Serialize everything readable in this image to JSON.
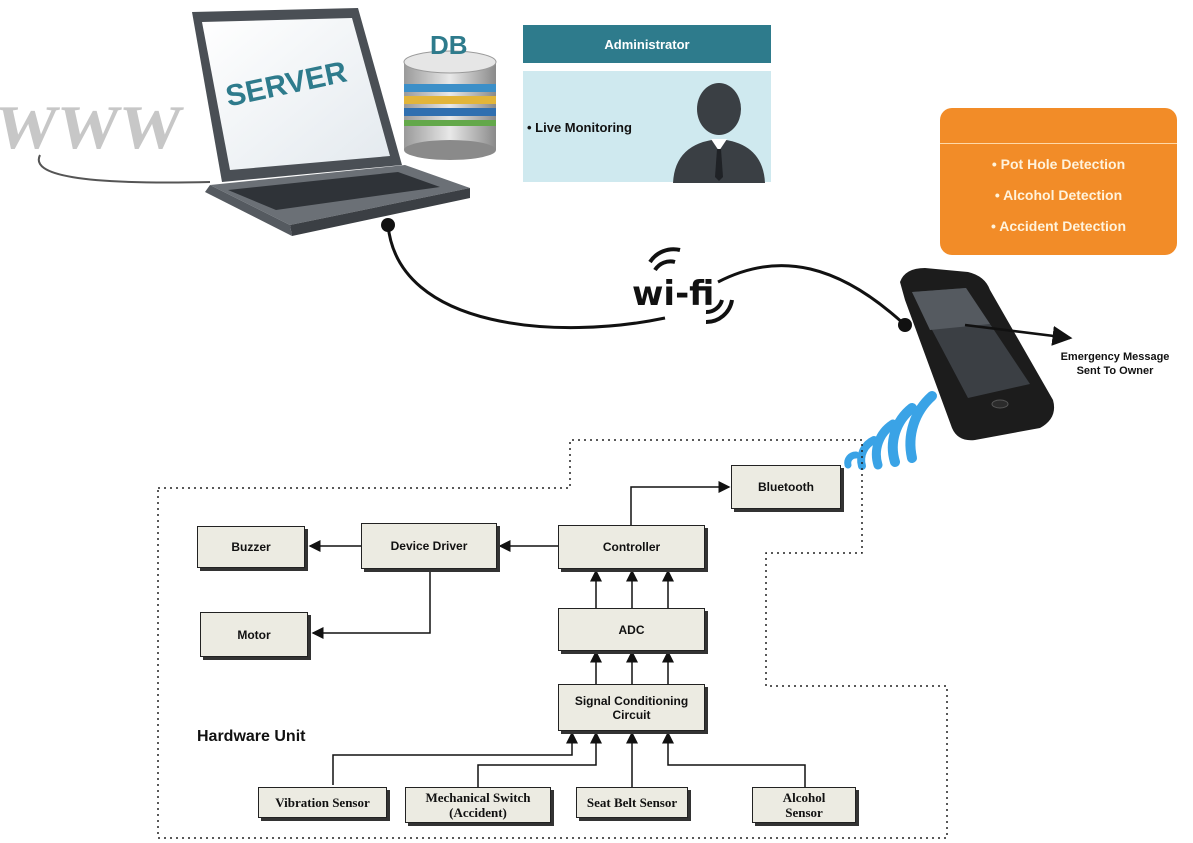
{
  "server_label": "SERVER",
  "db_label": "DB",
  "www_label": "WWW",
  "wifi_label": "wi-fi",
  "admin": {
    "title": "Administrator",
    "item": "• Live Monitoring"
  },
  "features": [
    "• Pot Hole Detection",
    "• Alcohol Detection",
    "• Accident Detection"
  ],
  "emergency": {
    "line1": "Emergency Message",
    "line2": "Sent To Owner"
  },
  "hardware": {
    "title": "Hardware Unit",
    "bluetooth": "Bluetooth",
    "controller": "Controller",
    "device_driver": "Device Driver",
    "buzzer": "Buzzer",
    "motor": "Motor",
    "adc": "ADC",
    "signal_conditioning": "Signal Conditioning Circuit",
    "vibration_sensor": "Vibration Sensor",
    "mechanical_switch": "Mechanical Switch (Accident)",
    "seat_belt_sensor": "Seat Belt Sensor",
    "alcohol_sensor": "Alcohol Sensor"
  },
  "colors": {
    "admin_header": "#2e7b8c",
    "admin_body": "#cfe9ef",
    "features_bg": "#f28c28",
    "block_bg": "#ecebe2",
    "bluetooth_waves": "#3aa3e6"
  }
}
